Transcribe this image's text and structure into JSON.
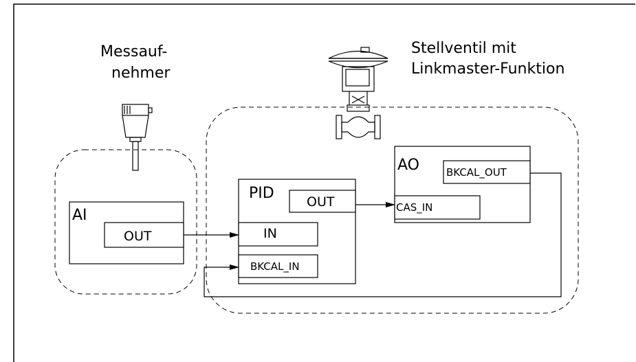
{
  "diagram": {
    "sensor": {
      "label_line1": "Messauf-",
      "label_line2": "nehmer"
    },
    "valve": {
      "label_line1": "Stellventil mit",
      "label_line2": "Linkmaster-Funktion"
    },
    "blocks": {
      "ai": {
        "title": "AI",
        "out": "OUT"
      },
      "pid": {
        "title": "PID",
        "out": "OUT",
        "in": "IN",
        "bkcal_in": "BKCAL_IN"
      },
      "ao": {
        "title": "AO",
        "bkcal_out": "BKCAL_OUT",
        "cas_in": "CAS_IN"
      }
    },
    "connections": [
      {
        "from": "AI.OUT",
        "to": "PID.IN"
      },
      {
        "from": "PID.OUT",
        "to": "AO.CAS_IN"
      },
      {
        "from": "AO.BKCAL_OUT",
        "to": "PID.BKCAL_IN"
      }
    ]
  }
}
